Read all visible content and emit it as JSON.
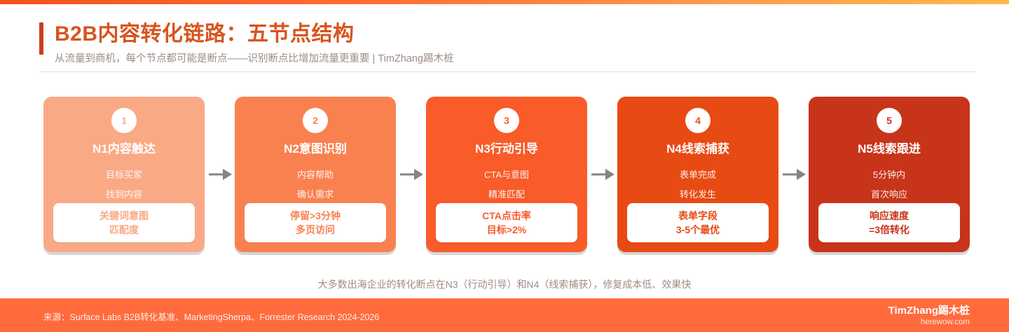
{
  "top_bar": {
    "gradient_from": "#F4511E",
    "gradient_to": "#FFB84D"
  },
  "header": {
    "title": "B2B内容转化链路：五节点结构",
    "subtitle": "从流量到商机，每个节点都可能是断点——识别断点比增加流量更重要 | TimZhang踢木桩",
    "accent_color": "#C8411F",
    "title_color": "#D9531E"
  },
  "flow": {
    "arrow_color": "#8B8280",
    "nodes": [
      {
        "number": "1",
        "title": "N1内容触达",
        "lines": [
          "目标买家",
          "找到内容"
        ],
        "metric": [
          "关键词意图",
          "匹配度"
        ],
        "bg": "#FAA985",
        "text_color": "#FAA985"
      },
      {
        "number": "2",
        "title": "N2意图识别",
        "lines": [
          "内容帮助",
          "确认需求"
        ],
        "metric": [
          "停留>3分钟",
          "多页访问"
        ],
        "bg": "#F9814F",
        "text_color": "#F9814F"
      },
      {
        "number": "3",
        "title": "N3行动引导",
        "lines": [
          "CTA与意图",
          "精准匹配"
        ],
        "metric": [
          "CTA点击率",
          "目标>2%"
        ],
        "bg": "#F95B29",
        "text_color": "#F95B29"
      },
      {
        "number": "4",
        "title": "N4线索捕获",
        "lines": [
          "表单完成",
          "转化发生"
        ],
        "metric": [
          "表单字段",
          "3-5个最优"
        ],
        "bg": "#E84A14",
        "text_color": "#E84A14"
      },
      {
        "number": "5",
        "title": "N5线索跟进",
        "lines": [
          "5分钟内",
          "首次响应"
        ],
        "metric": [
          "响应速度",
          "=3倍转化"
        ],
        "bg": "#C8341A",
        "text_color": "#C8341A"
      }
    ]
  },
  "insight": "大多数出海企业的转化断点在N3（行动引导）和N4（线索捕获），修复成本低、效果快",
  "footer": {
    "background": "#FF6B3D",
    "source": "来源：Surface Labs B2B转化基准、MarketingSherpa、Forrester Research 2024-2026",
    "brand_name": "TimZhang踢木桩",
    "brand_url": "herewow.com"
  }
}
